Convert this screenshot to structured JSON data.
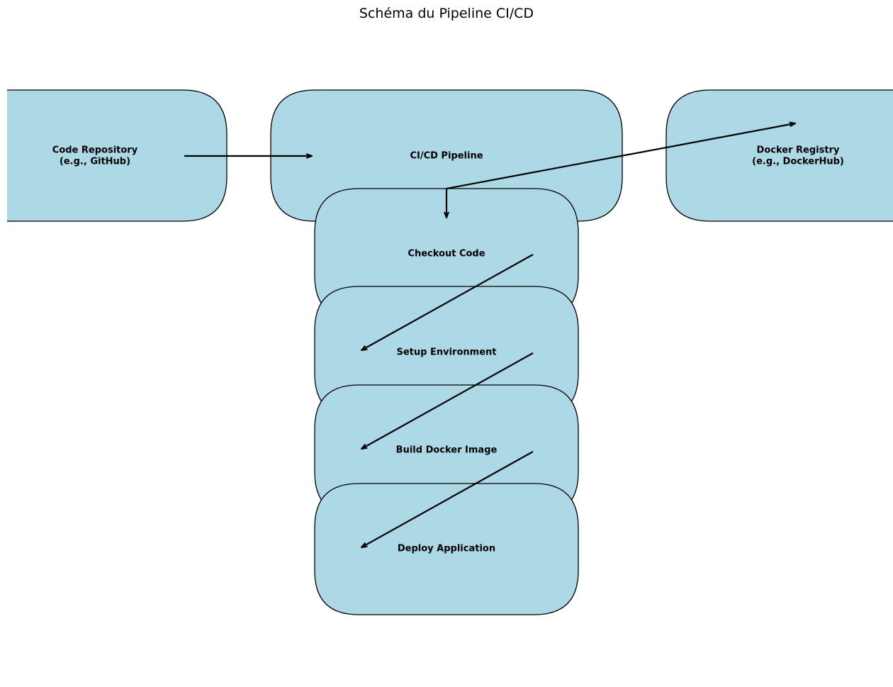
{
  "title": "Schéma du Pipeline CI/CD",
  "colors": {
    "node_fill": "#add8e6",
    "node_stroke": "#000000",
    "arrow": "#000000",
    "text": "#000000"
  },
  "nodes": {
    "code_repo": {
      "lines": [
        "Code Repository",
        "(e.g., GitHub)"
      ]
    },
    "cicd_pipeline": {
      "lines": [
        "CI/CD Pipeline"
      ]
    },
    "docker_registry": {
      "lines": [
        "Docker Registry",
        "(e.g., DockerHub)"
      ]
    },
    "checkout_code": {
      "lines": [
        "Checkout Code"
      ]
    },
    "setup_env": {
      "lines": [
        "Setup Environment"
      ]
    },
    "build_image": {
      "lines": [
        "Build Docker Image"
      ]
    },
    "deploy_app": {
      "lines": [
        "Deploy Application"
      ]
    }
  },
  "edges": [
    {
      "from": "code_repo",
      "to": "cicd_pipeline"
    },
    {
      "from": "cicd_pipeline",
      "to": "docker_registry"
    },
    {
      "from": "cicd_pipeline",
      "to": "checkout_code"
    },
    {
      "from": "checkout_code",
      "to": "setup_env"
    },
    {
      "from": "setup_env",
      "to": "build_image"
    },
    {
      "from": "build_image",
      "to": "deploy_app"
    }
  ]
}
